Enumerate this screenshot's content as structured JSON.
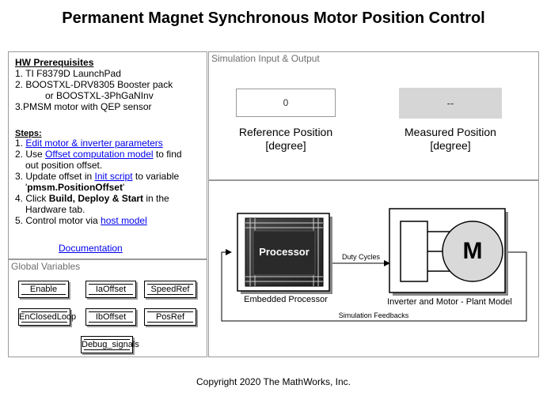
{
  "title": "Permanent Magnet Synchronous Motor Position Control",
  "hw": {
    "heading": "HW Prerequisites",
    "items": [
      "1. TI F8379D LaunchPad",
      "2. BOOSTXL-DRV8305 Booster pack",
      "or  BOOSTXL-3PhGaNInv",
      "3.PMSM motor with QEP sensor"
    ],
    "steps_heading": "Steps:",
    "step1_prefix": "1. ",
    "step1_link": "Edit motor & inverter parameters",
    "step2_prefix": "2. Use ",
    "step2_link": "Offset computation model",
    "step2_suffix": " to find",
    "step2_line2": "out position offset.",
    "step3_prefix": "3. Update offset in ",
    "step3_link": "Init script",
    "step3_suffix": " to variable",
    "step3_quote_open": "'",
    "step3_var": "pmsm.PositionOffset",
    "step3_quote_close": "'",
    "step4_prefix": "4. Click  ",
    "step4_bold": "Build, Deploy & Start",
    "step4_suffix": " in the",
    "step4_line2": "Hardware tab.",
    "step5_prefix": "5. Control motor via ",
    "step5_link": "host model",
    "documentation_link": "Documentation"
  },
  "global_vars": {
    "label": "Global Variables",
    "buttons": [
      "Enable",
      "IaOffset",
      "SpeedRef",
      "EnClosedLoop",
      "IbOffset",
      "PosRef",
      "Debug_signals"
    ]
  },
  "sim_io": {
    "label": "Simulation Input & Output",
    "reference_value": "0",
    "reference_caption_1": "Reference Position",
    "reference_caption_2": "[degree]",
    "measured_value": "--",
    "measured_caption_1": "Measured Position",
    "measured_caption_2": "[degree]"
  },
  "model": {
    "processor_label": "Processor",
    "processor_caption": "Embedded Processor",
    "duty_cycles_label": "Duty Cycles",
    "motor_letter": "M",
    "plant_caption": "Inverter and Motor - Plant Model",
    "feedback_label": "Simulation Feedbacks"
  },
  "footer": {
    "copyright": "Copyright 2020 The MathWorks, Inc."
  },
  "colors": {
    "link": "#0000ee",
    "panel_border": "#9a9a9a",
    "measured_bg": "#d6d6d6",
    "chip_dark": "#2b2b2b"
  }
}
